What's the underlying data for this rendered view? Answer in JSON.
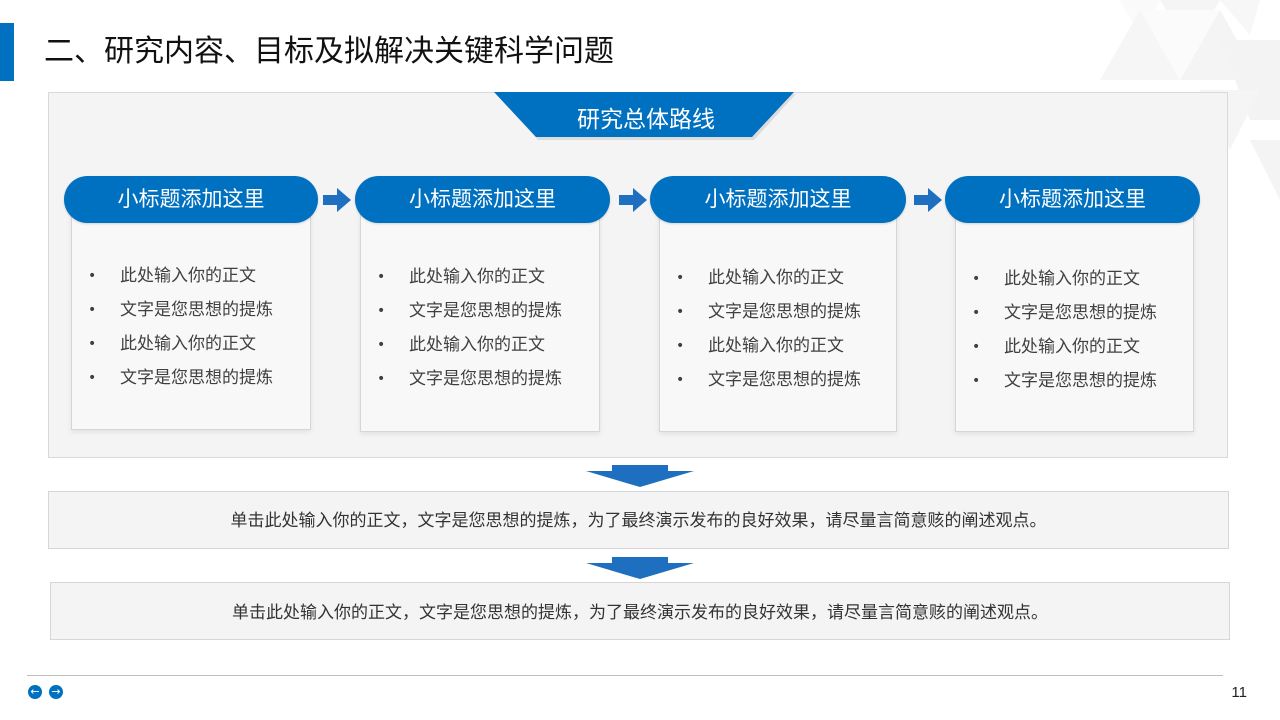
{
  "header": {
    "title": "二、研究内容、目标及拟解决关键科学问题",
    "accent_color": "#0070c0"
  },
  "diagram": {
    "ribbon_label": "研究总体路线",
    "steps": [
      {
        "title": "小标题添加这里",
        "bullets": [
          "此处输入你的正文",
          "文字是您思想的提炼",
          "此处输入你的正文",
          "文字是您思想的提炼"
        ]
      },
      {
        "title": "小标题添加这里",
        "bullets": [
          "此处输入你的正文",
          "文字是您思想的提炼",
          "此处输入你的正文",
          "文字是您思想的提炼"
        ]
      },
      {
        "title": "小标题添加这里",
        "bullets": [
          "此处输入你的正文",
          "文字是您思想的提炼",
          "此处输入你的正文",
          "文字是您思想的提炼"
        ]
      },
      {
        "title": "小标题添加这里",
        "bullets": [
          "此处输入你的正文",
          "文字是您思想的提炼",
          "此处输入你的正文",
          "文字是您思想的提炼"
        ]
      }
    ],
    "connector_icon": "right-arrow-icon",
    "down_arrow_icon": "down-arrow-icon"
  },
  "summaries": [
    "单击此处输入你的正文，文字是您思想的提炼，为了最终演示发布的良好效果，请尽量言简意赅的阐述观点。",
    "单击此处输入你的正文，文字是您思想的提炼，为了最终演示发布的良好效果，请尽量言简意赅的阐述观点。"
  ],
  "footer": {
    "prev_icon": "arrow-left-circle-icon",
    "next_icon": "arrow-right-circle-icon",
    "prev_glyph": "←",
    "next_glyph": "→",
    "page_number": "11"
  }
}
